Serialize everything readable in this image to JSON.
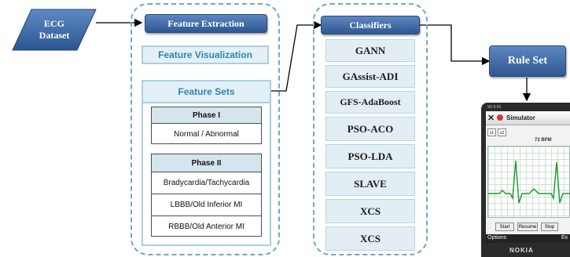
{
  "dataset": {
    "label_line1": "ECG",
    "label_line2": "Dataset"
  },
  "feature_extraction": {
    "title": "Feature Extraction",
    "visualization": "Feature Visualization",
    "sets_title": "Feature Sets",
    "phase1": {
      "title": "Phase I",
      "rows": [
        "Normal / Abnormal"
      ]
    },
    "phase2": {
      "title": "Phase II",
      "rows": [
        "Bradycardia/Tachycardia",
        "LBBB/Old Inferior MI",
        "RBBB/Old Anterior MI"
      ]
    }
  },
  "classifiers": {
    "title": "Classifiers",
    "items": [
      "GANN",
      "GAssist-ADI",
      "GFS-AdaBoost",
      "PSO-ACO",
      "PSO-LDA",
      "SLAVE",
      "XCS",
      "XCS"
    ]
  },
  "rule_set": {
    "label": "Rule Set"
  },
  "phone": {
    "status_left": "WI 8:56",
    "app_title": "Simulator",
    "buttons_small": [
      "x1",
      "x2"
    ],
    "bpm": "72 BPM",
    "controls": [
      "Start",
      "Resume",
      "Stop"
    ],
    "softkey_left": "Options",
    "softkey_right": "Ex",
    "brand": "NOKIA"
  },
  "colors": {
    "accent_blue": "#3d6aa8",
    "panel_border": "#6fa8c8",
    "teal_text": "#2f83b6"
  }
}
